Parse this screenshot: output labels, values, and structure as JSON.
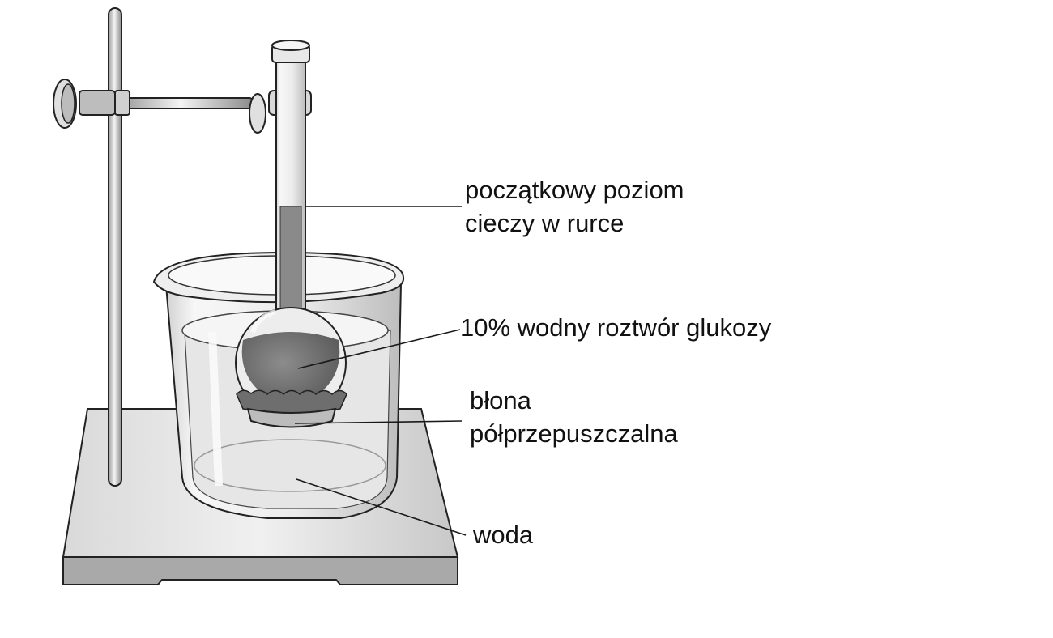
{
  "labels": {
    "initial_level_line1": "początkowy poziom",
    "initial_level_line2": "cieczy w rurce",
    "glucose_solution": "10% wodny roztwór glukozy",
    "membrane_line1": "błona",
    "membrane_line2": "półprzepuszczalna",
    "water": "woda"
  },
  "colors": {
    "outline": "#222222",
    "solution": "#7a7a7a",
    "water": "#e6e6e6",
    "metal": "#cfcfcf",
    "base": "#e2e2e2"
  }
}
